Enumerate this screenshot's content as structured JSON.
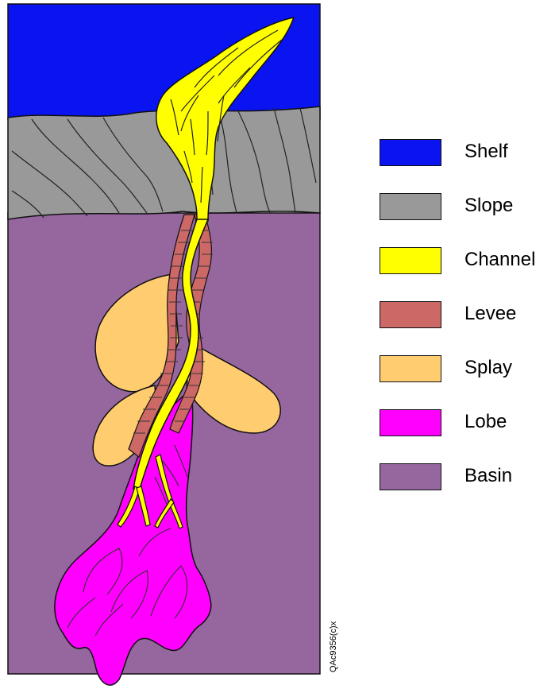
{
  "legend": [
    {
      "label": "Shelf",
      "color": "#0A14F0"
    },
    {
      "label": "Slope",
      "color": "#999999"
    },
    {
      "label": "Channel",
      "color": "#FFFF00"
    },
    {
      "label": "Levee",
      "color": "#CC6966"
    },
    {
      "label": "Splay",
      "color": "#FFCC6F"
    },
    {
      "label": "Lobe",
      "color": "#FF00FF"
    },
    {
      "label": "Basin",
      "color": "#96669E"
    }
  ],
  "figure_code": "QAc9356(c)x"
}
